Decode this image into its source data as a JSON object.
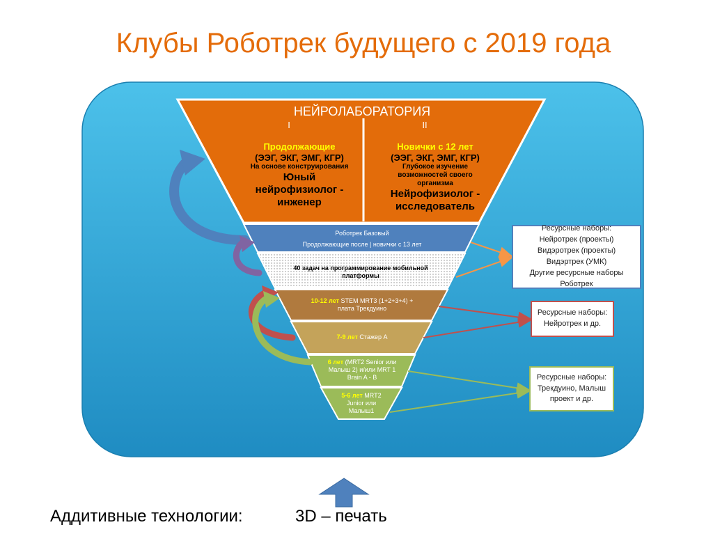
{
  "title": "Клубы Роботрек будущего с 2019 года",
  "top": {
    "header": "НЕЙРОЛАБОРАТОРИЯ",
    "left": {
      "roman": "I",
      "title": "Продолжающие",
      "codes": "(ЭЭГ, ЭКГ, ЭМГ, КГР)",
      "desc": "На основе конструирования",
      "role": "Юный нейрофизиолог - инженер"
    },
    "right": {
      "roman": "II",
      "title": "Новички с 12 лет",
      "codes": "(ЭЭГ, ЭКГ, ЭМГ, КГР)",
      "desc": "Глубокое изучение возможностей своего организма",
      "role": "Нейрофизиолог - исследователь"
    }
  },
  "levels": {
    "basic": {
      "line1": "Роботрек Базовый",
      "line2": "Продолжающие после | новички с 13 лет"
    },
    "tasks": {
      "text": "40 задач на программирование мобильной платформы"
    },
    "l1012": {
      "age": "10-12 лет",
      "text": "STEM MRT3 (1+2+3+4) + плата Трекдуино"
    },
    "l79": {
      "age": "7-9 лет",
      "text": "Стажер А"
    },
    "l6": {
      "age": "6 лет",
      "text": "(MRT2 Senior или Малыш 2) и/или MRT 1 Brain A - B"
    },
    "l56": {
      "age": "5-6 лет",
      "text": "MRT2 Junior или Малыш1"
    }
  },
  "resources": {
    "box1": [
      "Ресурсные наборы:",
      "Нейротрек (проекты)",
      "Видэротрек (проекты)",
      "Видэртрек (УМК)",
      "Другие ресурсные наборы",
      "Роботрек"
    ],
    "box2": [
      "Ресурсные наборы:",
      "Нейротрек и др."
    ],
    "box3": [
      "Ресурсные наборы:",
      "Трекдуино, Малыш",
      "проект и др."
    ]
  },
  "bottom": {
    "label": "Аддитивные технологии:",
    "value": "3D – печать"
  },
  "colors": {
    "title": "#e46c0a",
    "panel": "#2ea3d5",
    "orange": "#e36c0a",
    "yellow": "#ffff00",
    "blue": "#4f81bd",
    "brown": "#b07a3e",
    "tan": "#c4a35a",
    "olive": "#9bbb59",
    "green": "#9bbb59",
    "red": "#c0504d",
    "arrowBlue": "#4f81bd"
  }
}
